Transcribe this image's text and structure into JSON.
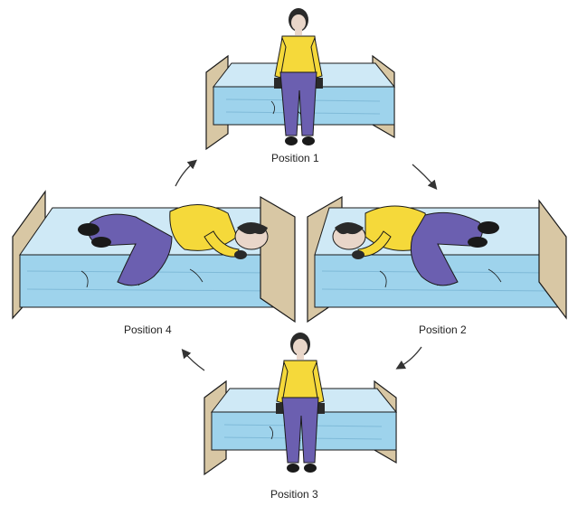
{
  "labels": {
    "position_1": "Position 1",
    "position_2": "Position 2",
    "position_3": "Position 3",
    "position_4": "Position 4"
  },
  "colors": {
    "mattress": "#cfe9f6",
    "mattress_shade": "#9ed3ec",
    "bed_frame": "#d8c7a4",
    "shirt": "#f5d93a",
    "pants": "#6b5fb0",
    "hair": "#2a2a2a",
    "skin": "#e9d6c9",
    "outline": "#1a1a1a"
  }
}
